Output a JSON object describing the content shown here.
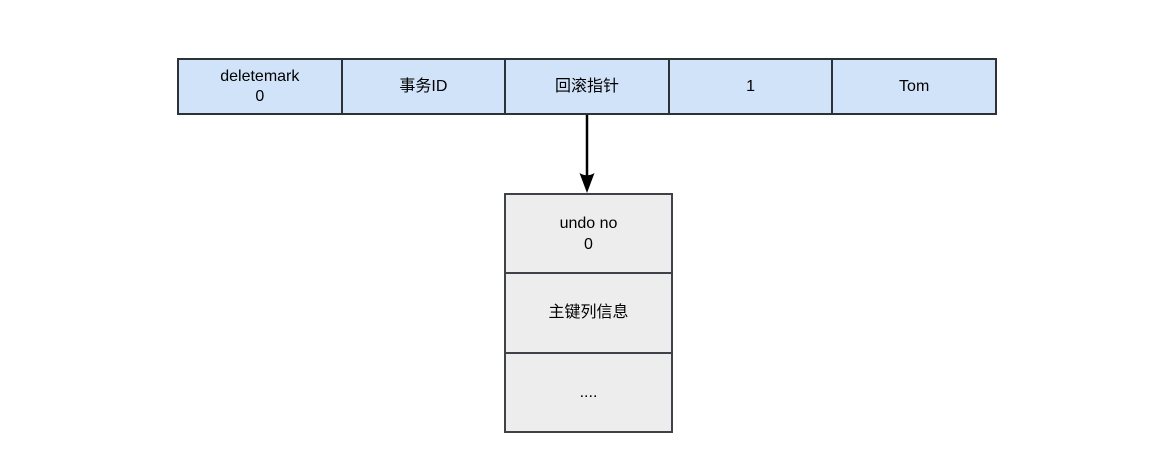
{
  "record_row": {
    "cells": [
      {
        "line1": "deletemark",
        "line2": "0"
      },
      {
        "line1": "事务ID",
        "line2": ""
      },
      {
        "line1": "回滚指针",
        "line2": ""
      },
      {
        "line1": "1",
        "line2": ""
      },
      {
        "line1": "Tom",
        "line2": ""
      }
    ]
  },
  "undo_log": {
    "cells": [
      {
        "line1": "undo no",
        "line2": "0"
      },
      {
        "line1": "主键列信息",
        "line2": ""
      },
      {
        "line1": "....",
        "line2": ""
      }
    ]
  },
  "colors": {
    "row_fill": "#d0e3f8",
    "row_border": "#2d3237",
    "undo_fill": "#ededed",
    "undo_border": "#3f4347",
    "arrow_color": "#000000",
    "text_color": "#000000",
    "background": "#ffffff"
  }
}
